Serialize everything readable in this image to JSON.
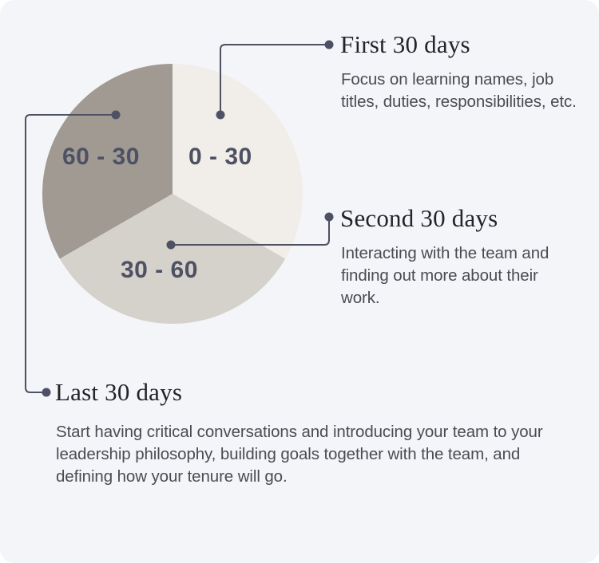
{
  "theme": {
    "background": "#f4f5f9",
    "connector_color": "#4d5163",
    "title_color": "#23232b",
    "body_color": "#4b4b53",
    "label_color": "#4d5163"
  },
  "chart_data": {
    "type": "pie",
    "title": "",
    "categories": [
      "0 - 30",
      "30 - 60",
      "60 - 30"
    ],
    "values": [
      33.33,
      33.33,
      33.33
    ],
    "colors": [
      "#f1eeea",
      "#d5d1cb",
      "#a09a93"
    ],
    "labels": [
      "0 - 30",
      "30 - 60",
      "60 - 30"
    ],
    "legend": "none",
    "start_angle_deg": 0,
    "direction": "clockwise",
    "slices": [
      {
        "label": "0 - 30",
        "value": 33.33,
        "color": "#f1eeea",
        "start_deg": 0,
        "end_deg": 120,
        "callout": "First 30 days"
      },
      {
        "label": "30 - 60",
        "value": 33.33,
        "color": "#d5d1cb",
        "start_deg": 120,
        "end_deg": 240,
        "callout": "Second 30 days"
      },
      {
        "label": "60 - 30",
        "value": 33.33,
        "color": "#a09a93",
        "start_deg": 240,
        "end_deg": 360,
        "callout": "Last 30 days"
      }
    ]
  },
  "callouts": {
    "first": {
      "title": "First 30 days",
      "body": "Focus on learning names, job titles, duties, responsibilities, etc."
    },
    "second": {
      "title": "Second 30 days",
      "body": "Interacting with the team and finding out more about their work."
    },
    "last": {
      "title": "Last 30 days",
      "body": "Start having critical conversations and introducing your team to your leadership philosophy, building goals together with the team, and defining how your tenure will go."
    }
  }
}
